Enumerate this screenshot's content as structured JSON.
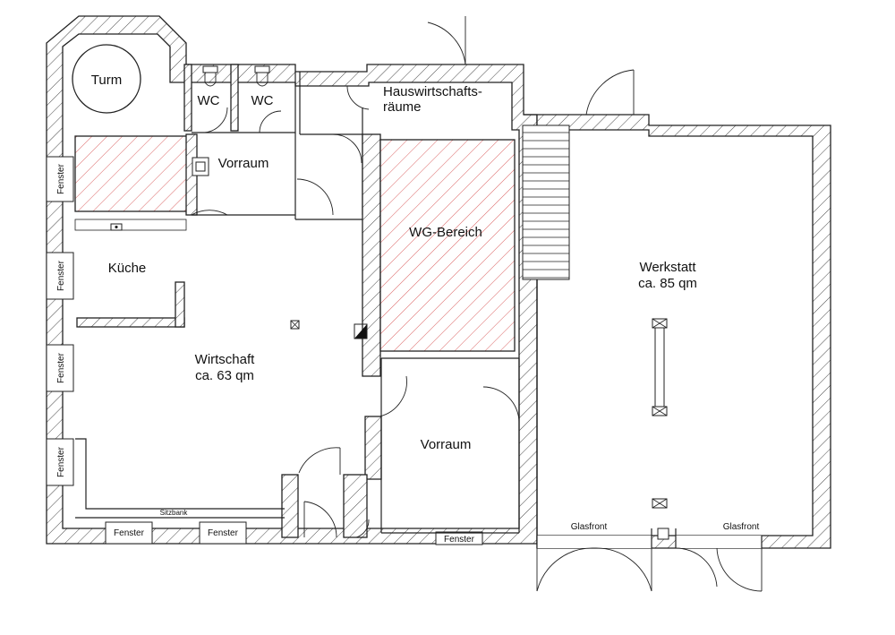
{
  "rooms": {
    "turm": "Turm",
    "wc1": "WC",
    "wc2": "WC",
    "vorraum_top": "Vorraum",
    "hauswirtschaft_line1": "Hauswirtschafts-",
    "hauswirtschaft_line2": "räume",
    "wg_bereich": "WG-Bereich",
    "kueche": "Küche",
    "wirtschaft": "Wirtschaft",
    "wirtschaft_area": "ca. 63 qm",
    "werkstatt": "Werkstatt",
    "werkstatt_area": "ca. 85 qm",
    "vorraum_bottom": "Vorraum"
  },
  "windows": {
    "left_1": "Fenster",
    "left_2": "Fenster",
    "left_3": "Fenster",
    "left_4": "Fenster",
    "bottom_1": "Fenster",
    "bottom_2": "Fenster",
    "bottom_3": "Fenster"
  },
  "features": {
    "sitzbank": "Sitzbank",
    "glasfront_1": "Glasfront",
    "glasfront_2": "Glasfront"
  }
}
